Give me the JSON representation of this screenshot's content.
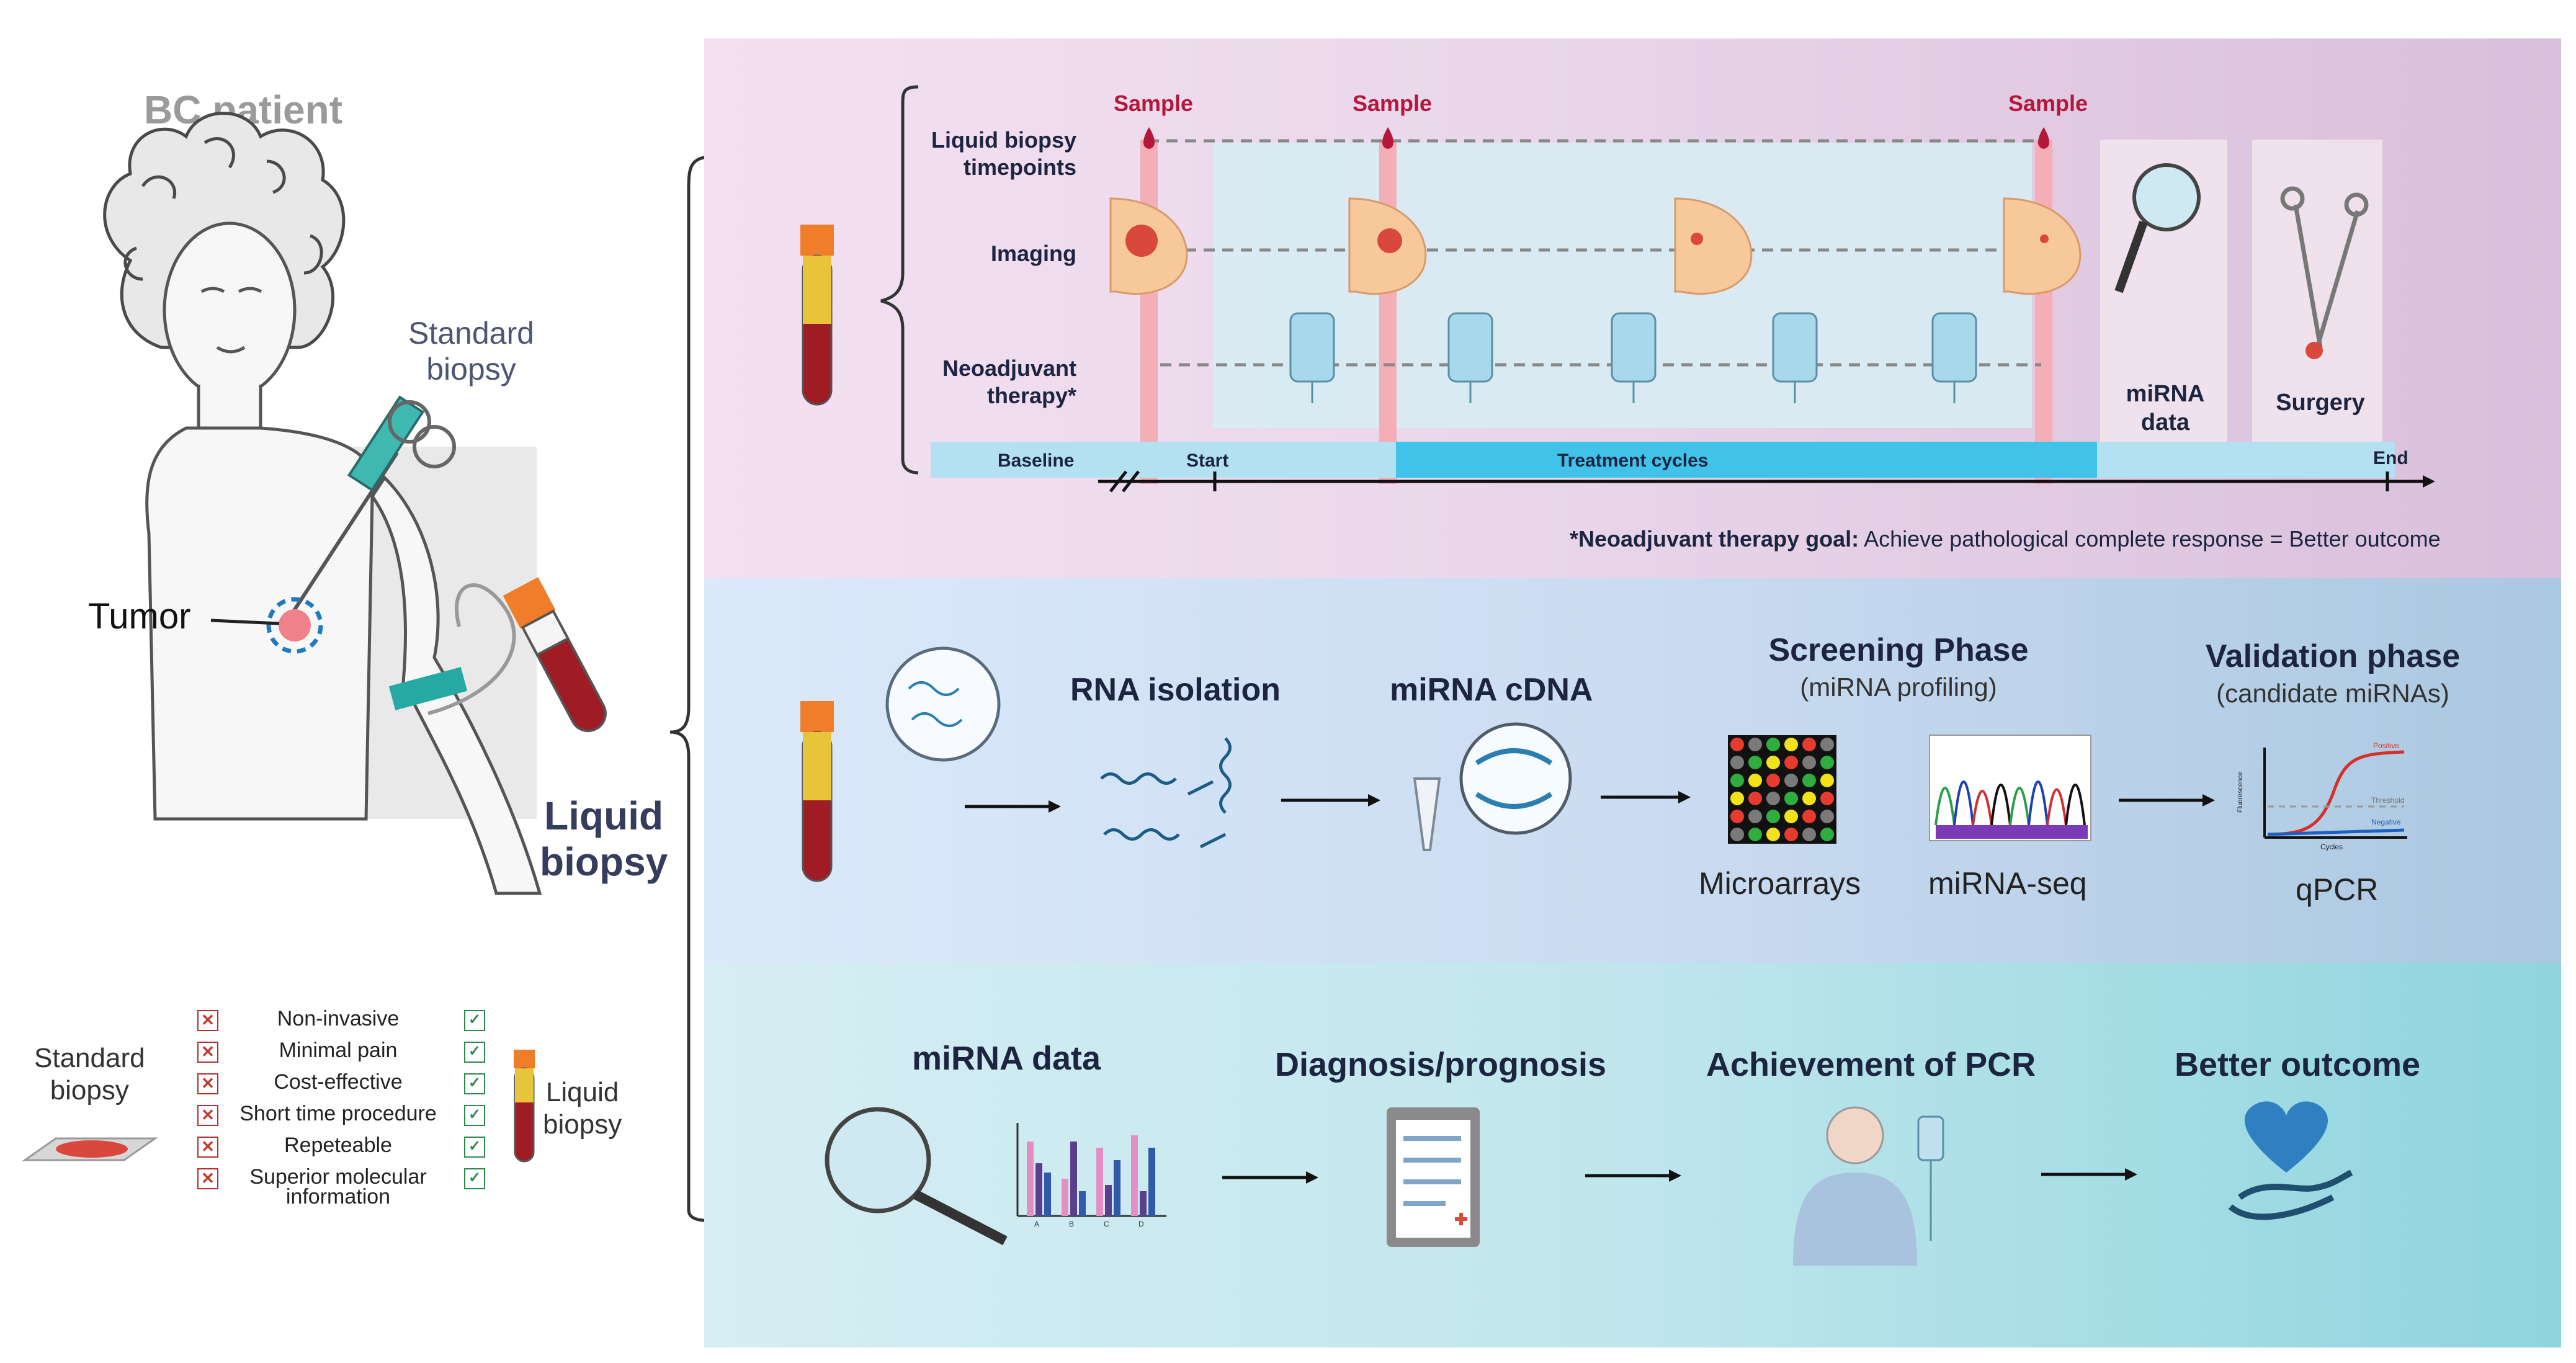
{
  "patient": {
    "title": "BC patient",
    "standard_biopsy": "Standard\nbiopsy",
    "tumor": "Tumor",
    "liquid_biopsy": "Liquid\nbiopsy"
  },
  "comparison": {
    "left_label": "Standard\nbiopsy",
    "right_label": "Liquid\nbiopsy",
    "criteria": [
      "Non-invasive",
      "Minimal pain",
      "Cost-effective",
      "Short time procedure",
      "Repeteable",
      "Superior molecular\ninformation"
    ]
  },
  "timeline": {
    "sample_labels": [
      "Sample",
      "Sample",
      "Sample"
    ],
    "row_labels": [
      "Liquid biopsy\ntimepoints",
      "Imaging",
      "Neoadjuvant\ntherapy*"
    ],
    "axis_labels": [
      "Baseline",
      "Start",
      "Treatment cycles",
      "End"
    ],
    "mirna_data": "miRNA\ndata",
    "surgery": "Surgery",
    "footnote_bold": "*Neoadjuvant therapy goal:",
    "footnote_rest": " Achieve pathological complete response = Better outcome",
    "colors": {
      "sample": "#b5173a",
      "band": "#f4aeb8",
      "axis": "#19b7e6"
    }
  },
  "screening": {
    "rna_isolation": "RNA isolation",
    "mirna_cdna": "miRNA cDNA",
    "screening_title": "Screening Phase",
    "screening_sub": "(miRNA profiling)",
    "microarrays": "Microarrays",
    "mirna_seq": "miRNA-seq",
    "validation_title": "Validation phase",
    "validation_sub": "(candidate miRNAs)",
    "qpcr": "qPCR",
    "qpcr_plot": {
      "ylabel": "Fluorescence",
      "xlabel": "Cycles",
      "positive": "Positive",
      "threshold": "Threshold",
      "negative": "Negative"
    }
  },
  "outcome": {
    "mirna_data": "miRNA data",
    "diagnosis": "Diagnosis/prognosis",
    "pcr": "Achievement of PCR",
    "better": "Better outcome",
    "bar_xlabels": [
      "A",
      "B",
      "C",
      "D"
    ]
  }
}
